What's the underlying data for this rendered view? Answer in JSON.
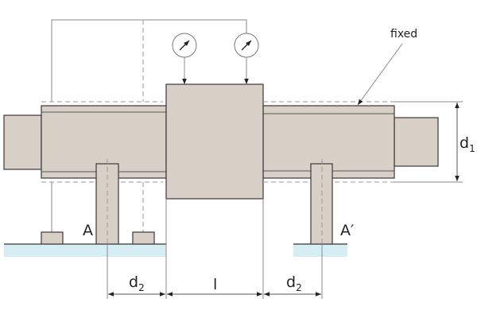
{
  "labels": {
    "fixed": "fixed",
    "d1_main": "d",
    "d1_sub": "1",
    "support_left": "A",
    "support_right": "A′",
    "d2_left_main": "d",
    "d2_left_sub": "2",
    "length": "l",
    "d2_right_main": "d",
    "d2_right_sub": "2"
  },
  "colors": {
    "part_fill": "#d8cfc6",
    "ground_fill": "#d6eef3"
  }
}
